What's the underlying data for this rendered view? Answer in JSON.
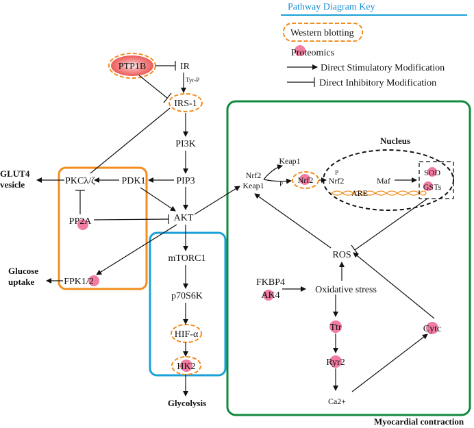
{
  "key": {
    "title": "Pathway Diagram Key",
    "western": "Western blotting",
    "proteomics": "Proteomics",
    "stim": "Direct Stimulatory Modification",
    "inhib": "Direct Inhibitory Modification"
  },
  "nodes": {
    "ptp1b": "PTP1B",
    "ir": "IR",
    "tyrp": "Tyr-P",
    "irs1": "IRS-1",
    "pi3k": "PI3K",
    "pip3": "PIP3",
    "pdk1": "PDK1",
    "pkc": "PKCλ/ζ",
    "pp2a": "PP2A",
    "akt": "AKT",
    "glut4_1": "GLUT4",
    "glut4_2": "vesicle",
    "glucose_1": "Glucose",
    "glucose_2": "uptake",
    "fpk": "FPK1/2",
    "mtorc1": "mTORC1",
    "p70s6k": "p70S6K",
    "hif": "HIF-α",
    "hk2": "HK2",
    "glycolysis": "Glycolysis",
    "nrf2keap_1": "Nrf2",
    "nrf2keap_2": "Keap1",
    "keap1": "Keap1",
    "p1": "P",
    "nrf2": "Nrf2",
    "nucleus": "Nucleus",
    "p2": "P",
    "nrf2n": "Nrf2",
    "maf": "Maf",
    "are": "ARE",
    "sod": "SOD",
    "gsts": "GSTs",
    "ros": "ROS",
    "fkbp4": "FKBP4",
    "ak4": "AK4",
    "oxstress": "Oxidative stress",
    "ttr": "Ttr",
    "ryr2": "Ryr2",
    "ca": "Ca2+",
    "cytc": "Cytc",
    "myo": "Myocardial contraction"
  },
  "colors": {
    "orange": "#f28c1e",
    "blue": "#1aa0d8",
    "green": "#0e8a3c",
    "pink": "#f07ca0",
    "red": "#e8433f"
  }
}
